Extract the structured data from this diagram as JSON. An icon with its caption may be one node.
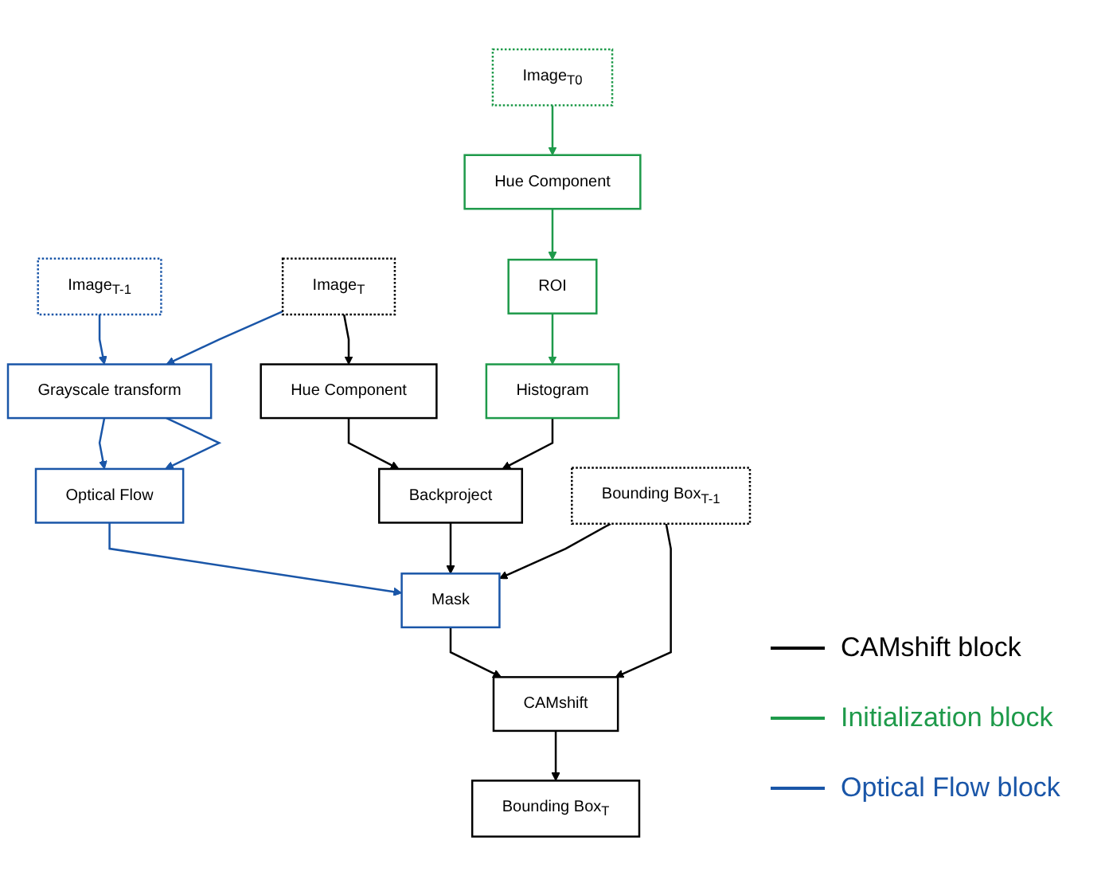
{
  "diagram": {
    "nodes": [
      {
        "text": [
          "Image$_{T-1}$"
        ]
      },
      {
        "text": [
          "Image$_{T}$"
        ]
      },
      {
        "text": [
          "Image$_{T0}$"
        ]
      },
      {
        "text": [
          "Hue Component"
        ]
      },
      {
        "text": [
          "Hue Component"
        ]
      },
      {
        "text": [
          "ROI"
        ]
      },
      {
        "text": [
          "Grayscale transform"
        ]
      },
      {
        "text": [
          "Backproject"
        ]
      },
      {
        "text": [
          "Histogram"
        ]
      },
      {
        "text": [
          "Optical Flow"
        ]
      },
      {
        "text": [
          "Mask"
        ]
      },
      {
        "text": [
          "CAMshift"
        ]
      },
      {
        "text": [
          "Bounding Box$_{T-1}$"
        ]
      },
      {
        "text": [
          "Bounding Box$_{T}$"
        ]
      }
    ],
    "edges": [
      {
        "from": 0,
        "to": 6,
        "arrow": "to",
        "color": "#1a56a8"
      },
      {
        "from": 1,
        "to": 6,
        "arrow": "to",
        "color": "#1a56a8"
      },
      {
        "from": 1,
        "to": 3,
        "arrow": "to"
      },
      {
        "from": 2,
        "to": 4,
        "arrow": "to",
        "color": "#1e9a4a"
      },
      {
        "from": 4,
        "to": 5,
        "arrow": "to",
        "color": "#1e9a4a"
      },
      {
        "from": 5,
        "to": 8,
        "arrow": "to",
        "color": "#1e9a4a"
      },
      {
        "from": 3,
        "to": 7,
        "arrow": "to"
      },
      {
        "from": 8,
        "to": 7,
        "arrow": "to"
      },
      {
        "from": 6,
        "to": 9,
        "arrow": "to",
        "color": "#1a56a8"
      },
      {
        "from": 6,
        "to": 9,
        "arrow": "to",
        "color": "#1a56a8"
      },
      {
        "from": 7,
        "to": 10,
        "arrow": "to"
      },
      {
        "from": 9,
        "to": 10,
        "arrow": "to",
        "color": "#1a56a8"
      },
      {
        "from": 12,
        "to": 10,
        "arrow": "to"
      },
      {
        "from": 10,
        "to": 11,
        "arrow": "to"
      },
      {
        "from": 12,
        "to": 11,
        "arrow": "to"
      },
      {
        "from": 11,
        "to": 13,
        "arrow": "to"
      }
    ],
    "legend": [
      {
        "text": "CAMshift block",
        "color": "#000000"
      },
      {
        "text": "Initialization block",
        "color": "#1e9a4a"
      },
      {
        "text": "Optical Flow block",
        "color": "#1a56a8"
      }
    ]
  }
}
